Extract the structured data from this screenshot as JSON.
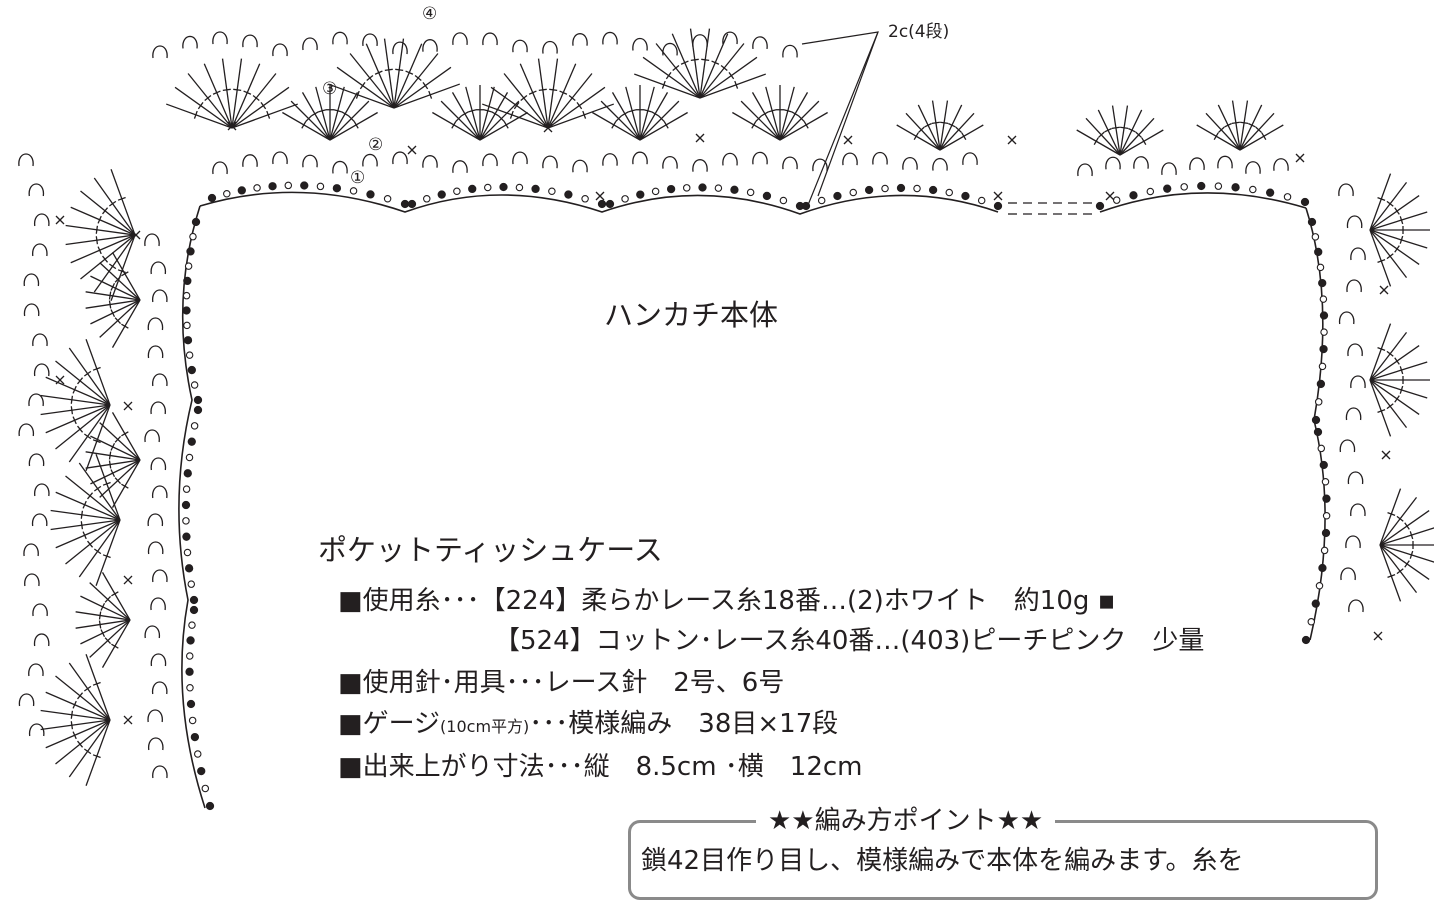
{
  "main_label": "ハンカチ本体",
  "callout": "2c(4段)",
  "row_numbers": [
    "①",
    "②",
    "③",
    "④"
  ],
  "section_title": "ポケットティッシュケース",
  "specs": {
    "line1": "■使用糸･･･【224】柔らかレース糸18番…(2)ホワイト　約10g ▪",
    "line2": "【524】コットン･レース糸40番…(403)ピーチピンク　少量",
    "line3": "■使用針･用具･･･レース針　2号、6号",
    "line4_prefix": "■ゲージ",
    "line4_small": "(10cm平方)",
    "line4_suffix": "･･･模様編み　38目×17段",
    "line5": "■出来上がり寸法･･･縦　8.5cm ･横　12cm"
  },
  "point": {
    "title": "★★編み方ポイント★★",
    "text": "鎖42目作り目し、模様編みで本体を編みます。糸を"
  },
  "colors": {
    "line": "#231f20",
    "box_border": "#8a8a8a"
  }
}
